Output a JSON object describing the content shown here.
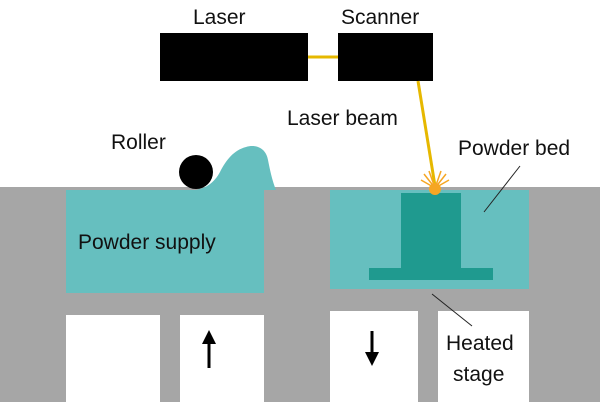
{
  "labels": {
    "laser": "Laser",
    "scanner": "Scanner",
    "laser_beam": "Laser beam",
    "roller": "Roller",
    "powder_bed": "Powder bed",
    "powder_supply": "Powder supply",
    "heated_stage_line1": "Heated",
    "heated_stage_line2": "stage"
  },
  "colors": {
    "frame": "#a6a6a6",
    "powder": "#66bfbf",
    "part": "#1f9a8f",
    "hardware": "#000000",
    "beam": "#e6b800",
    "spark": "#f5a623"
  },
  "arrows": {
    "supply_piston": "up",
    "build_piston": "down"
  }
}
